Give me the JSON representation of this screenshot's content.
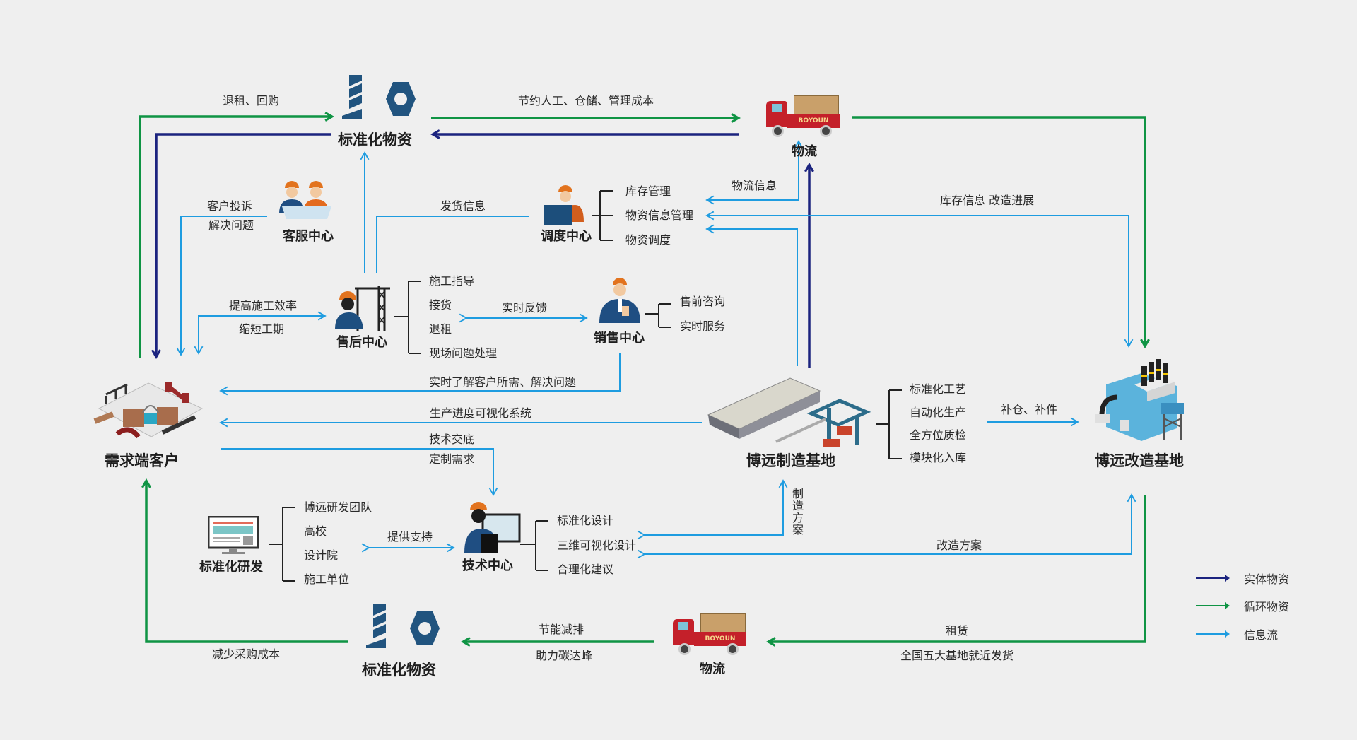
{
  "colors": {
    "physical": "#1b237f",
    "recycle": "#0f9444",
    "info": "#1e9ce0",
    "text": "#222222",
    "bg": "#efefef"
  },
  "nodes": {
    "std_material_top": {
      "title": "标准化物资",
      "icon": "bolt-nut-icon"
    },
    "logistics_top": {
      "title": "物流",
      "icon": "truck-icon",
      "truck_brand": "BOYOUN"
    },
    "customer_service": {
      "title": "客服中心",
      "icon": "workers-icon"
    },
    "dispatch": {
      "title": "调度中心",
      "icon": "dispatcher-icon",
      "items": [
        "库存管理",
        "物资信息管理",
        "物资调度"
      ]
    },
    "after_sales": {
      "title": "售后中心",
      "icon": "crane-worker-icon",
      "items": [
        "施工指导",
        "接货",
        "退租",
        "现场问题处理"
      ]
    },
    "sales": {
      "title": "销售中心",
      "icon": "salesman-icon",
      "items": [
        "售前咨询",
        "实时服务"
      ]
    },
    "customer": {
      "title": "需求端客户",
      "icon": "city-bridges-icon"
    },
    "manufacturing": {
      "title": "博远制造基地",
      "icon": "factory-warehouse-icon",
      "items": [
        "标准化工艺",
        "自动化生产",
        "全方位质检",
        "模块化入库"
      ]
    },
    "renovation": {
      "title": "博远改造基地",
      "icon": "industrial-plant-icon"
    },
    "std_rnd": {
      "title": "标准化研发",
      "icon": "monitor-icon",
      "items": [
        "博远研发团队",
        "高校",
        "设计院",
        "施工单位"
      ]
    },
    "tech_center": {
      "title": "技术中心",
      "icon": "engineer-computer-icon",
      "items": [
        "标准化设计",
        "三维可视化设计",
        "合理化建议"
      ]
    },
    "std_material_bottom": {
      "title": "标准化物资",
      "icon": "bolt-nut-icon"
    },
    "logistics_bottom": {
      "title": "物流",
      "icon": "truck-icon",
      "truck_brand": "BOYOUN"
    }
  },
  "flow_labels": {
    "return_buyback": "退租、回购",
    "save_cost": "节约人工、仓储、管理成本",
    "complaint": "客户投诉",
    "solve_problem": "解决问题",
    "shipping_info": "发货信息",
    "logistics_info": "物流信息",
    "inventory_progress": "库存信息  改造进展",
    "efficiency": "提高施工效率",
    "shorten": "缩短工期",
    "realtime_feedback": "实时反馈",
    "realtime_needs": "实时了解客户所需、解决问题",
    "production_visual": "生产进度可视化系统",
    "tech_disclosure": "技术交底",
    "custom_needs": "定制需求",
    "replenish": "补仓、补件",
    "provide_support": "提供支持",
    "mfg_plan": "制造方案",
    "renovation_plan": "改造方案",
    "reduce_cost": "减少采购成本",
    "energy_saving": "节能减排",
    "carbon_peak": "助力碳达峰",
    "lease": "租赁",
    "nationwide": "全国五大基地就近发货"
  },
  "legend": [
    {
      "label": "实体物资",
      "color": "#1b237f"
    },
    {
      "label": "循环物资",
      "color": "#0f9444"
    },
    {
      "label": "信息流",
      "color": "#1e9ce0"
    }
  ]
}
